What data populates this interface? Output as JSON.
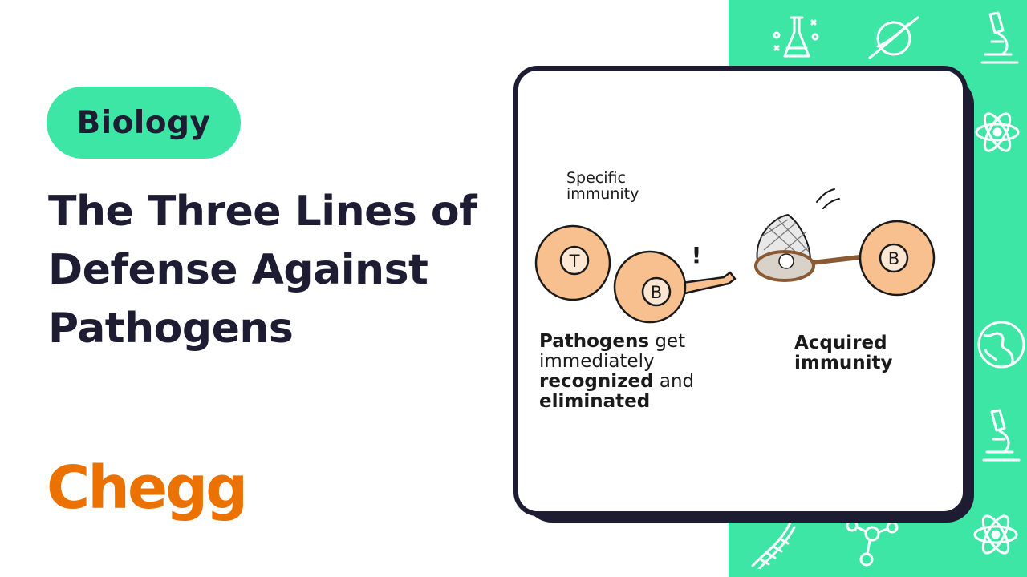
{
  "category_label": "Biology",
  "title": "The Three Lines of Defense Against Pathogens",
  "brand": "Chegg",
  "colors": {
    "accent_green": "#3ee6a6",
    "brand_orange": "#eb7100",
    "ink": "#1e1c33",
    "cell_fill": "#f9c08f"
  },
  "illustration": {
    "caption_specific": "Specific immunity",
    "cell_t_label": "T",
    "cell_b_label": "B",
    "alert_mark": "!",
    "caption_recognized": {
      "word_pathogens": "Pathogens",
      "text_get": " get immediately ",
      "word_recognized": "recognized",
      "text_and": " and ",
      "word_eliminated": "eliminated"
    },
    "caption_acquired": "Acquired immunity"
  },
  "decor_icons": [
    "flask-icon",
    "planet-icon",
    "microscope-icon",
    "atom-icon",
    "globe-icon",
    "dna-icon",
    "molecule-icon"
  ]
}
